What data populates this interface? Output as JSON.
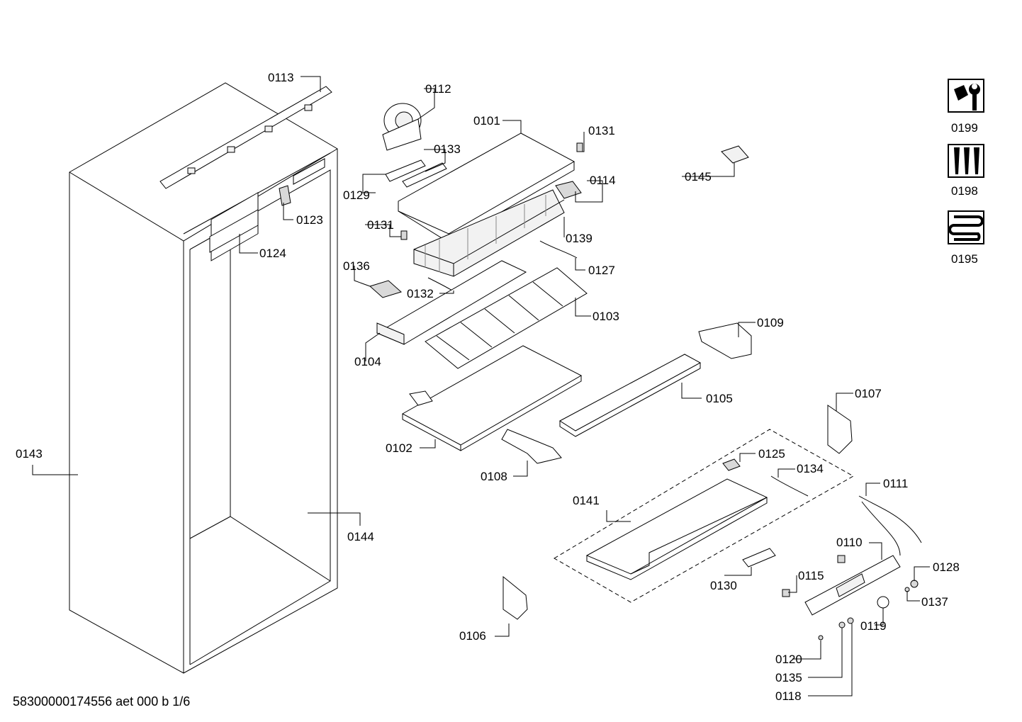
{
  "labels": {
    "l0113": "0113",
    "l0112": "0112",
    "l0101": "0101",
    "l0131a": "0131",
    "l0133": "0133",
    "l0129": "0129",
    "l0114": "0114",
    "l0123": "0123",
    "l0131b": "0131",
    "l0139": "0139",
    "l0124": "0124",
    "l0127": "0127",
    "l0136": "0136",
    "l0132": "0132",
    "l0103": "0103",
    "l0104": "0104",
    "l0109": "0109",
    "l0145": "0145",
    "l0105": "0105",
    "l0107": "0107",
    "l0102": "0102",
    "l0143": "0143",
    "l0125": "0125",
    "l0134": "0134",
    "l0108": "0108",
    "l0111": "0111",
    "l0141": "0141",
    "l0144": "0144",
    "l0110": "0110",
    "l0128": "0128",
    "l0130": "0130",
    "l0115": "0115",
    "l0137": "0137",
    "l0119": "0119",
    "l0106": "0106",
    "l0120": "0120",
    "l0135": "0135",
    "l0118": "0118",
    "l0199": "0199",
    "l0198": "0198",
    "l0195": "0195"
  },
  "icons": [
    "wrench-nut-icon",
    "screws-icon",
    "heating-coil-icon"
  ],
  "footer": "58300000174556 aet 000 b 1/6"
}
